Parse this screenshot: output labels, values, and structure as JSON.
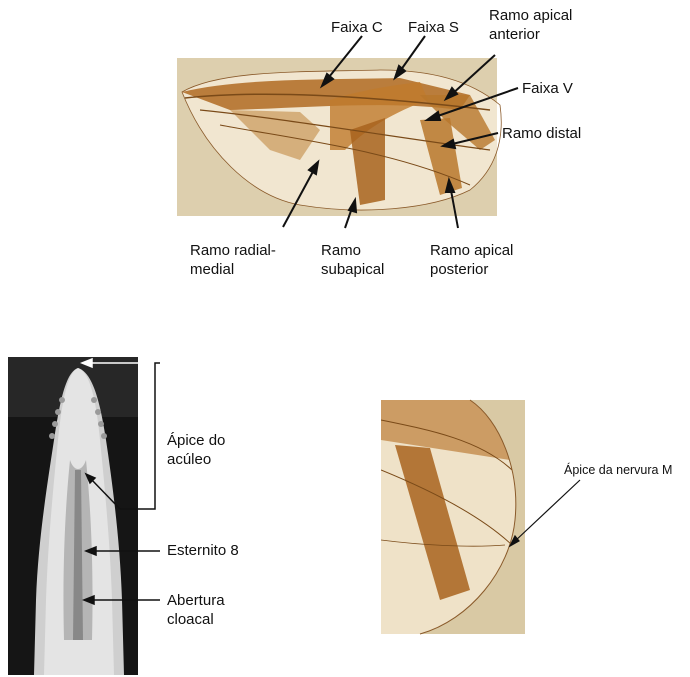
{
  "wing_labels": {
    "faixa_c": "Faixa C",
    "faixa_s": "Faixa S",
    "ramo_apical_anterior": "Ramo apical\nanterior",
    "faixa_v": "Faixa V",
    "ramo_distal": "Ramo distal",
    "ramo_radial_medial": "Ramo radial-\nmedial",
    "ramo_subapical": "Ramo\nsubapical",
    "ramo_apical_posterior": "Ramo apical\nposterior"
  },
  "aculeus_labels": {
    "apice_aculeo": "Ápice do\nacúleo",
    "esternito_8": "Esternito 8",
    "abertura_cloacal": "Abertura\ncloacal"
  },
  "wingtip_labels": {
    "apice_nervura_m": "Ápice da nervura M"
  },
  "colors": {
    "wing_band": "#b8772b",
    "wing_membrane": "#efe4cf",
    "photo_bg": "#d8c8a6",
    "sem_bg": "#111111",
    "sem_body": "#cfcfcf"
  }
}
